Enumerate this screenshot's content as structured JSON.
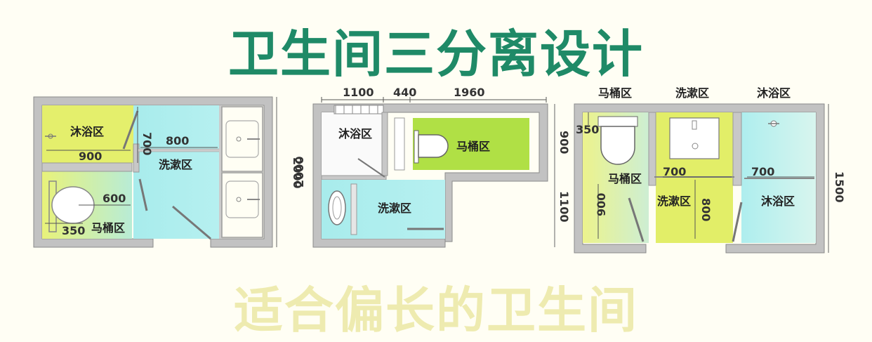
{
  "title": "卫生间三分离设计",
  "subtitle": "适合偏长的卫生间",
  "plan1": {
    "shower": "沐浴区",
    "wash": "洗漱区",
    "toilet": "马桶区",
    "dims": {
      "d700": "700",
      "d800": "800",
      "d900": "900",
      "d600": "600",
      "d350": "350",
      "d2000": "2000"
    }
  },
  "plan2": {
    "shower": "沐浴区",
    "wash": "洗漱区",
    "toilet": "马桶区",
    "dims": {
      "d1100top": "1100",
      "d440": "440",
      "d1960": "1960",
      "d2000": "2000",
      "d900": "900",
      "d1100r": "1100"
    }
  },
  "plan3": {
    "top_toilet": "马桶区",
    "top_wash": "洗漱区",
    "top_shower": "沐浴区",
    "toilet": "马桶区",
    "wash": "洗漱区",
    "shower": "沐浴区",
    "dims": {
      "d350": "350",
      "d700a": "700",
      "d700b": "700",
      "d900": "900",
      "d800": "800",
      "d1500": "1500"
    }
  },
  "colors": {
    "title": "#1f8a67",
    "subtitle": "#eeebb0",
    "wall": "#b5b5b5",
    "yellow_green": "#e6f07a",
    "green": "#b4e04a",
    "cyan": "#a8ecec"
  }
}
